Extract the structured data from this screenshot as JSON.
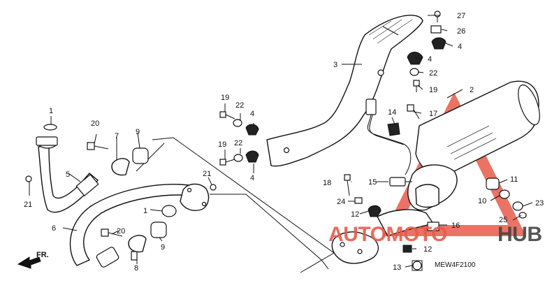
{
  "callouts": [
    "1",
    "2",
    "3",
    "4",
    "5",
    "6",
    "7",
    "8",
    "9",
    "10",
    "11",
    "12",
    "13",
    "14",
    "15",
    "16",
    "17",
    "18",
    "19",
    "20",
    "21",
    "22",
    "23",
    "24",
    "25",
    "26",
    "27"
  ],
  "front_label": "FR.",
  "diagram_code": "MEW4F2100",
  "watermark": {
    "text_a": "AUTOMOTO",
    "text_b": "HUB",
    "color_a": "#e85b4a",
    "color_b": "#444444",
    "triangle_color": "#e85b4a"
  }
}
